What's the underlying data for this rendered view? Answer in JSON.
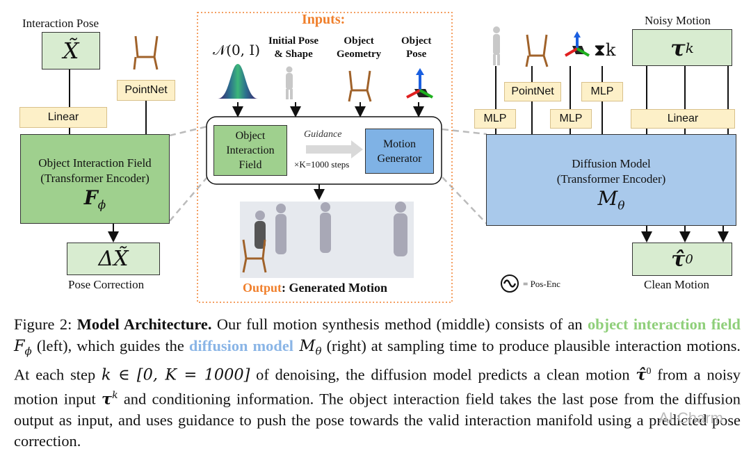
{
  "figure": {
    "left": {
      "interaction_pose_label": "Interaction Pose",
      "x_tilde": "X̃",
      "pointnet": "PointNet",
      "linear": "Linear",
      "field_line1": "Object Interaction Field",
      "field_line2": "(Transformer Encoder)",
      "field_symbol": "F",
      "field_sub": "ϕ",
      "delta_x": "ΔX̃",
      "pose_correction_label": "Pose Correction"
    },
    "middle": {
      "inputs_title": "Inputs:",
      "noise": "𝒩(0, I)",
      "initial_pose": "Initial Pose",
      "and_shape": "& Shape",
      "object": "Object",
      "geometry": "Geometry",
      "object2": "Object",
      "pose": "Pose",
      "oif_line1": "Object",
      "oif_line2": "Interaction",
      "oif_line3": "Field",
      "guidance": "Guidance",
      "steps": "×K=1000 steps",
      "mg_line1": "Motion",
      "mg_line2": "Generator",
      "output_word": "Output",
      "output_rest": ": Generated Motion"
    },
    "right": {
      "noisy_motion_label": "Noisy Motion",
      "tau_k": "τ",
      "tau_k_sup": "k",
      "k_symbol": "⧗k",
      "pointnet": "PointNet",
      "mlp": "MLP",
      "linear": "Linear",
      "diff_line1": "Diffusion Model",
      "diff_line2": "(Transformer Encoder)",
      "diff_symbol": "M",
      "diff_sub": "θ",
      "tau_hat": "τ̂",
      "tau_hat_sup": "0",
      "clean_motion_label": "Clean Motion",
      "pos_enc_legend": "= Pos-Enc"
    },
    "colors": {
      "green_light": "#d8ecd0",
      "green_dark": "#9fd08e",
      "blue_light": "#a9c9eb",
      "blue_dark": "#7fb2e5",
      "yellow": "#fdf0c8",
      "orange": "#f07f2b"
    }
  },
  "caption": {
    "fig_label": "Figure 2:",
    "bold_title": "Model Architecture.",
    "t1": " Our full motion synthesis method (middle) consists of an ",
    "green_term": "object interaction field",
    "t2": " F",
    "t2_sub": "ϕ",
    "t3": " (left), which guides the ",
    "blue_term": "diffusion model",
    "t4": " M",
    "t4_sub": "θ",
    "t5": " (right) at sampling time to produce plausible interaction motions. At each step ",
    "t6": "k ∈ [0, K = 1000]",
    "t7": " of denoising, the diffusion model predicts a clean motion ",
    "t8": "τ̂",
    "t8_sup": "0",
    "t9": " from a noisy motion input ",
    "t10": "τ",
    "t10_sup": "k",
    "t11": " and conditioning information. The object interaction field takes the last pose from the diffusion output as input, and uses guidance to push the pose towards the valid interaction manifold using a predicted pose correction."
  },
  "watermark": "AI Charm"
}
